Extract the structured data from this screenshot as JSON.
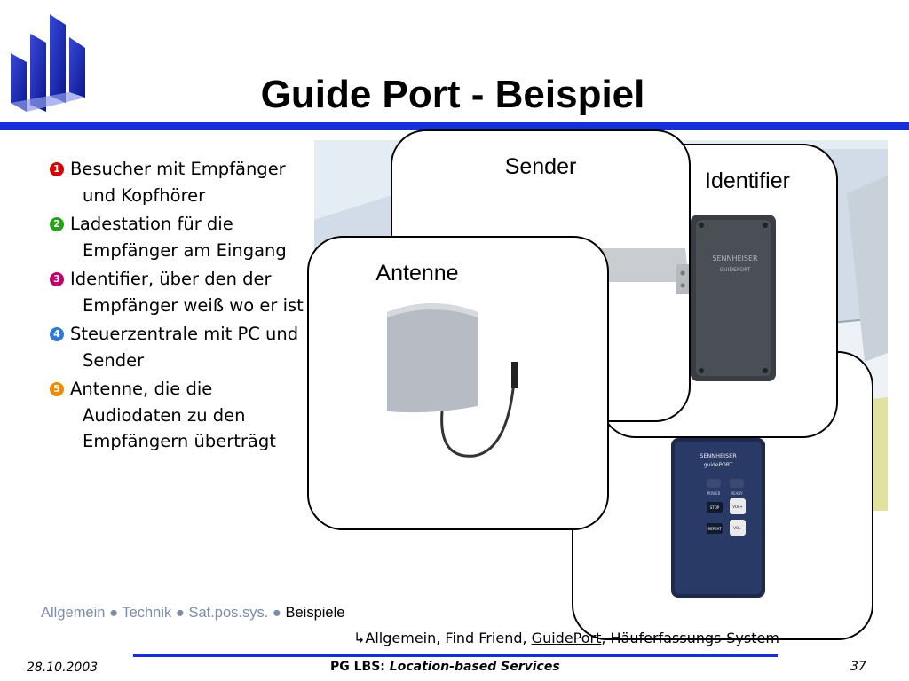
{
  "slide": {
    "title": "Guide Port - Beispiel"
  },
  "bullets": [
    {
      "num": "1",
      "text": "Besucher mit Empfänger und Kopfhörer",
      "color": "#d40000"
    },
    {
      "num": "2",
      "text": "Ladestation für die Empfänger am Eingang",
      "color": "#27a019"
    },
    {
      "num": "3",
      "text": "Identifier, über den der Empfänger weiß wo er ist",
      "color": "#c0006a"
    },
    {
      "num": "4",
      "text": "Steuerzentrale mit PC und Sender",
      "color": "#2e7bd6"
    },
    {
      "num": "5",
      "text": "Antenne, die die Audiodaten zu den Empfängern überträgt",
      "color": "#f08a00"
    }
  ],
  "cards": {
    "sender_label": "Sender",
    "identifier_label": "Identifier",
    "antenne_label": "Antenne",
    "identifier_brand": "SENNHEISER",
    "identifier_model": "GUIDEPORT",
    "receiver_brand": "SENNHEISER",
    "receiver_model": "guidePORT",
    "receiver_buttons": [
      "STOP",
      "REPEAT",
      "POWER",
      "READY",
      "VOL+",
      "VOL-"
    ]
  },
  "footer": {
    "nav_items": [
      "Allgemein",
      "Technik",
      "Sat.pos.sys.",
      "Beispiele"
    ],
    "nav_separator": "●",
    "sub_prefix": "↳",
    "sub_item_1": "Allgemein, Find Friend, ",
    "sub_item_2": "GuidePort",
    "sub_item_3": ", Häuferfassungs-System",
    "date": "28.10.2003",
    "course": "PG LBS:",
    "course_title": "Location-based Services",
    "page_number": "37"
  },
  "colors": {
    "accent_blue": "#1530d8",
    "nav_muted": "#7c8ca8"
  }
}
